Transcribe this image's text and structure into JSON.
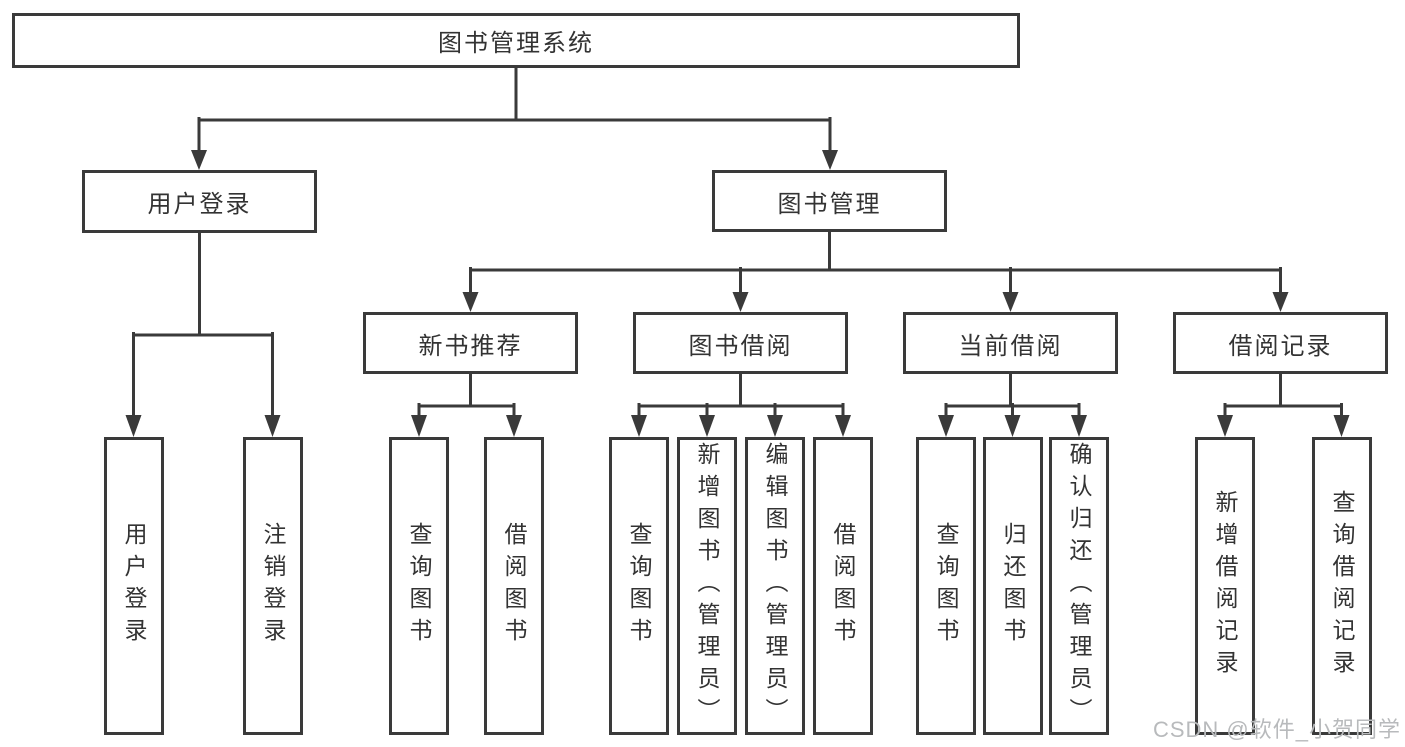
{
  "colors": {
    "line": "#3a3a3a",
    "box_border": "#3a3a3a",
    "box_bg": "#ffffff",
    "text": "#333333",
    "watermark": "#b8babc",
    "background": "#ffffff"
  },
  "watermark": {
    "text": "CSDN @软件_小贺同学"
  },
  "nodes": {
    "root": {
      "label": "图书管理系统"
    },
    "branches": [
      {
        "label": "用户登录"
      },
      {
        "label": "图书管理"
      }
    ],
    "sections": [
      {
        "label": "新书推荐"
      },
      {
        "label": "图书借阅"
      },
      {
        "label": "当前借阅"
      },
      {
        "label": "借阅记录"
      }
    ],
    "leaves": [
      {
        "label": "用户登录"
      },
      {
        "label": "注销登录"
      },
      {
        "label": "查询图书"
      },
      {
        "label": "借阅图书"
      },
      {
        "label": "查询图书"
      },
      {
        "label": "新增图书（管理员）"
      },
      {
        "label": "编辑图书（管理员）"
      },
      {
        "label": "借阅图书"
      },
      {
        "label": "查询图书"
      },
      {
        "label": "归还图书"
      },
      {
        "label": "确认归还（管理员）"
      },
      {
        "label": "新增借阅记录"
      },
      {
        "label": "查询借阅记录"
      }
    ]
  }
}
